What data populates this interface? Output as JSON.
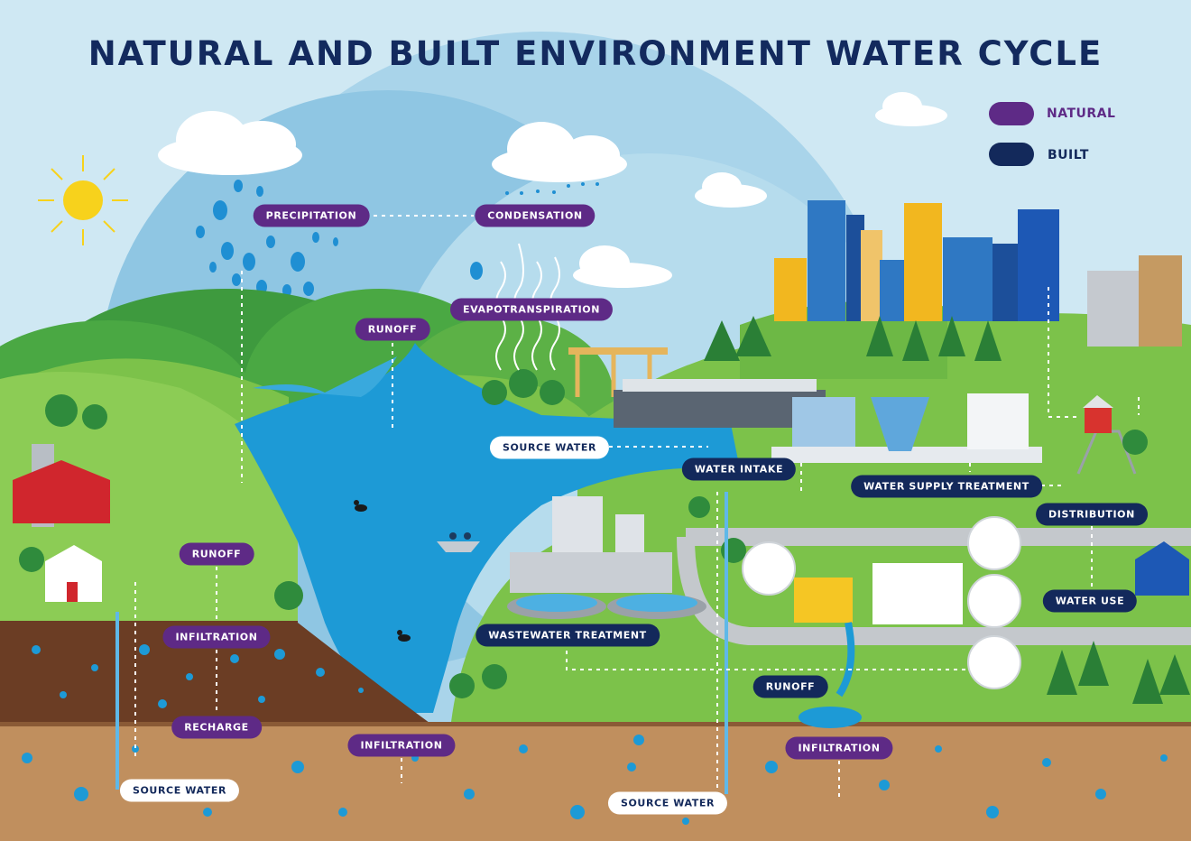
{
  "title": "NATURAL AND BUILT ENVIRONMENT WATER CYCLE",
  "legend": {
    "natural": {
      "label": "NATURAL",
      "color": "#5e2a86"
    },
    "built": {
      "label": "BUILT",
      "color": "#13295b"
    }
  },
  "labels": {
    "precipitation": "PRECIPITATION",
    "condensation": "CONDENSATION",
    "evapotranspiration": "EVAPOTRANSPIRATION",
    "runoff_hills": "RUNOFF",
    "runoff_farm": "RUNOFF",
    "infiltration_farm": "INFILTRATION",
    "recharge": "RECHARGE",
    "infiltration_lake": "INFILTRATION",
    "source_water_lake": "SOURCE WATER",
    "source_water_well": "SOURCE WATER",
    "source_water_deep": "SOURCE WATER",
    "water_intake": "WATER INTAKE",
    "water_supply_treatment": "WATER SUPPLY TREATMENT",
    "distribution": "DISTRIBUTION",
    "water_use": "WATER USE",
    "wastewater_treatment": "WASTEWATER TREATMENT",
    "runoff_city": "RUNOFF",
    "infiltration_city": "INFILTRATION"
  }
}
